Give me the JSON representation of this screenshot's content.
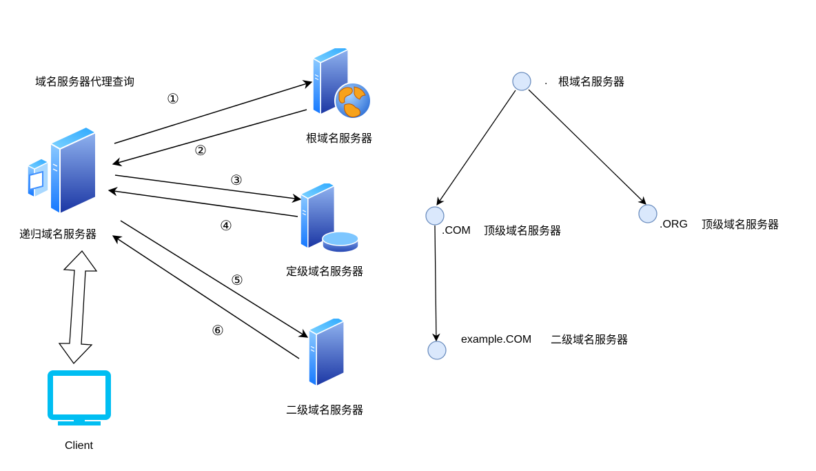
{
  "title": "域名服务器代理查询",
  "left_diagram": {
    "recursive_server": {
      "label": "递归域名服务器"
    },
    "root_server": {
      "label": "根域名服务器"
    },
    "tld_server": {
      "label": "定级域名服务器"
    },
    "second_level_server": {
      "label": "二级域名服务器"
    },
    "client": {
      "label": "Client"
    },
    "steps": [
      {
        "id": 1,
        "symbol": "①",
        "from": "recursive_server",
        "to": "root_server"
      },
      {
        "id": 2,
        "symbol": "②",
        "from": "root_server",
        "to": "recursive_server"
      },
      {
        "id": 3,
        "symbol": "③",
        "from": "recursive_server",
        "to": "tld_server"
      },
      {
        "id": 4,
        "symbol": "④",
        "from": "tld_server",
        "to": "recursive_server"
      },
      {
        "id": 5,
        "symbol": "⑤",
        "from": "recursive_server",
        "to": "second_level_server"
      },
      {
        "id": 6,
        "symbol": "⑥",
        "from": "second_level_server",
        "to": "recursive_server"
      }
    ]
  },
  "right_diagram": {
    "nodes": [
      {
        "id": "root",
        "name": ".",
        "label": "根域名服务器"
      },
      {
        "id": "com",
        "name": ".COM",
        "label": "顶级域名服务器"
      },
      {
        "id": "org",
        "name": ".ORG",
        "label": "顶级域名服务器"
      },
      {
        "id": "example",
        "name": "example.COM",
        "label": "二级域名服务器"
      }
    ],
    "edges": [
      {
        "from": "root",
        "to": "com"
      },
      {
        "from": "root",
        "to": "org"
      },
      {
        "from": "com",
        "to": "example"
      }
    ]
  },
  "colors": {
    "node_fill": "#dae8fc",
    "node_stroke": "#6c8ebf",
    "client_icon": "#00bef2",
    "server_light": "#58b8ff",
    "server_dark": "#1a3aa8"
  }
}
